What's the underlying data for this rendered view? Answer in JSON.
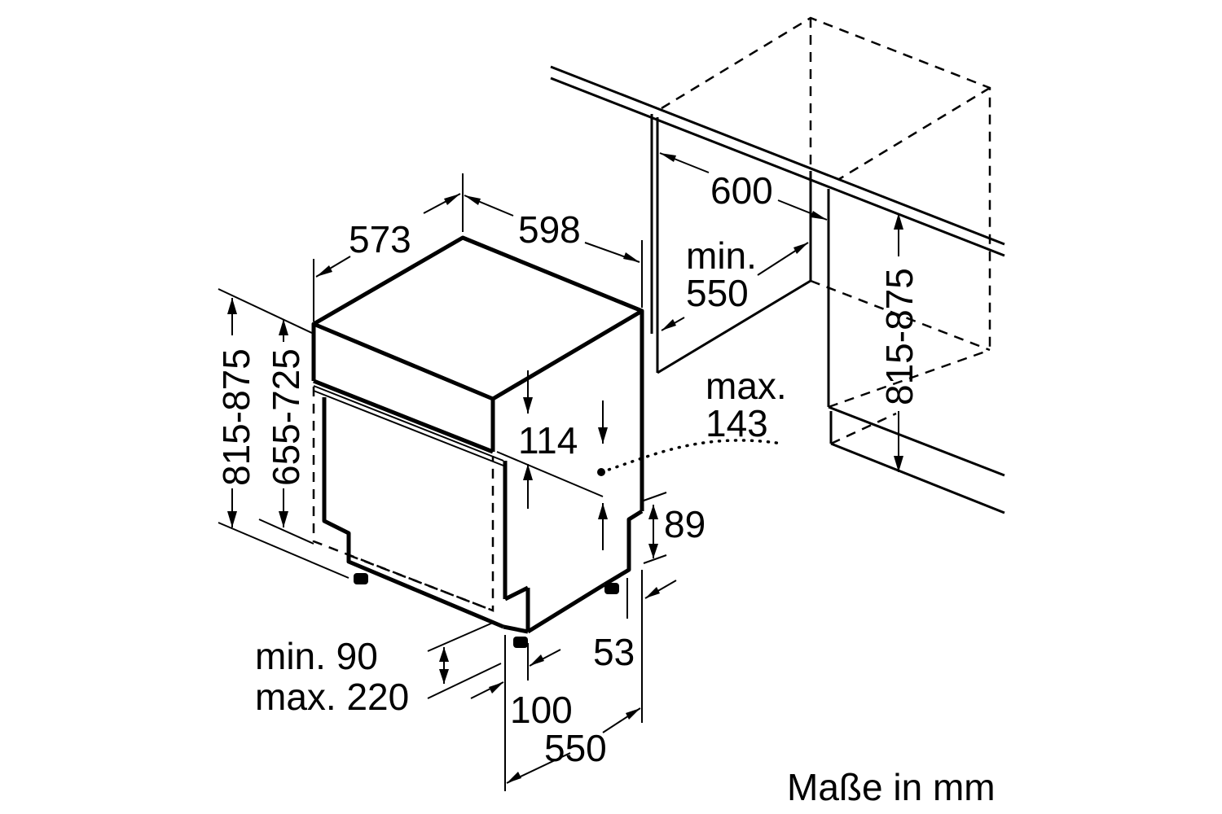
{
  "labels": {
    "dim_573": "573",
    "dim_598": "598",
    "dim_600": "600",
    "min_word": "min.",
    "dim_550_top": "550",
    "max_word": "max.",
    "dim_143": "143",
    "dim_114": "114",
    "dim_89": "89",
    "dim_53": "53",
    "dim_100": "100",
    "dim_550_bottom": "550",
    "plinth_min": "min. 90",
    "plinth_max": "max. 220",
    "height_outer": "815-875",
    "height_inner": "655-725",
    "height_niche": "815-875",
    "units_note": "Maße in mm"
  }
}
